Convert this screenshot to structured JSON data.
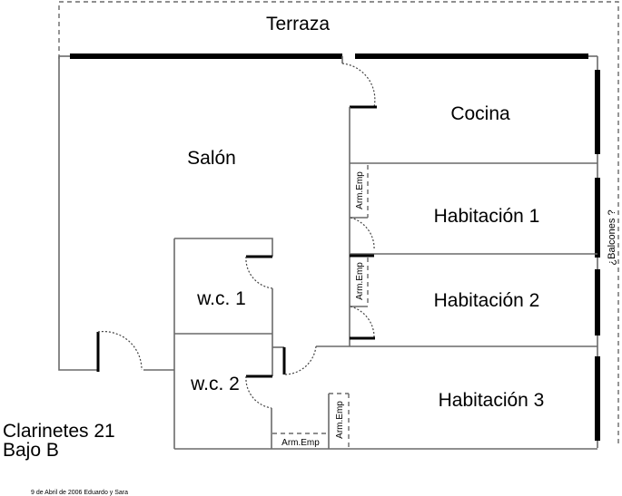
{
  "rooms": {
    "terraza": "Terraza",
    "salon": "Salón",
    "cocina": "Cocina",
    "habitacion1": "Habitación 1",
    "habitacion2": "Habitación 2",
    "habitacion3": "Habitación 3",
    "wc1": "w.c. 1",
    "wc2": "w.c. 2"
  },
  "closets": {
    "hab1": "Arm.Emp",
    "hab2": "Arm.Emp",
    "hab3_vertical": "Arm.Emp",
    "hab3_horizontal": "Arm.Emp"
  },
  "balcones_note": "¿Balcones ?",
  "address": {
    "line1": "Clarinetes 21",
    "line2": "Bajo B"
  },
  "footer": "9 de Abril de 2006 Eduardo y Sara"
}
